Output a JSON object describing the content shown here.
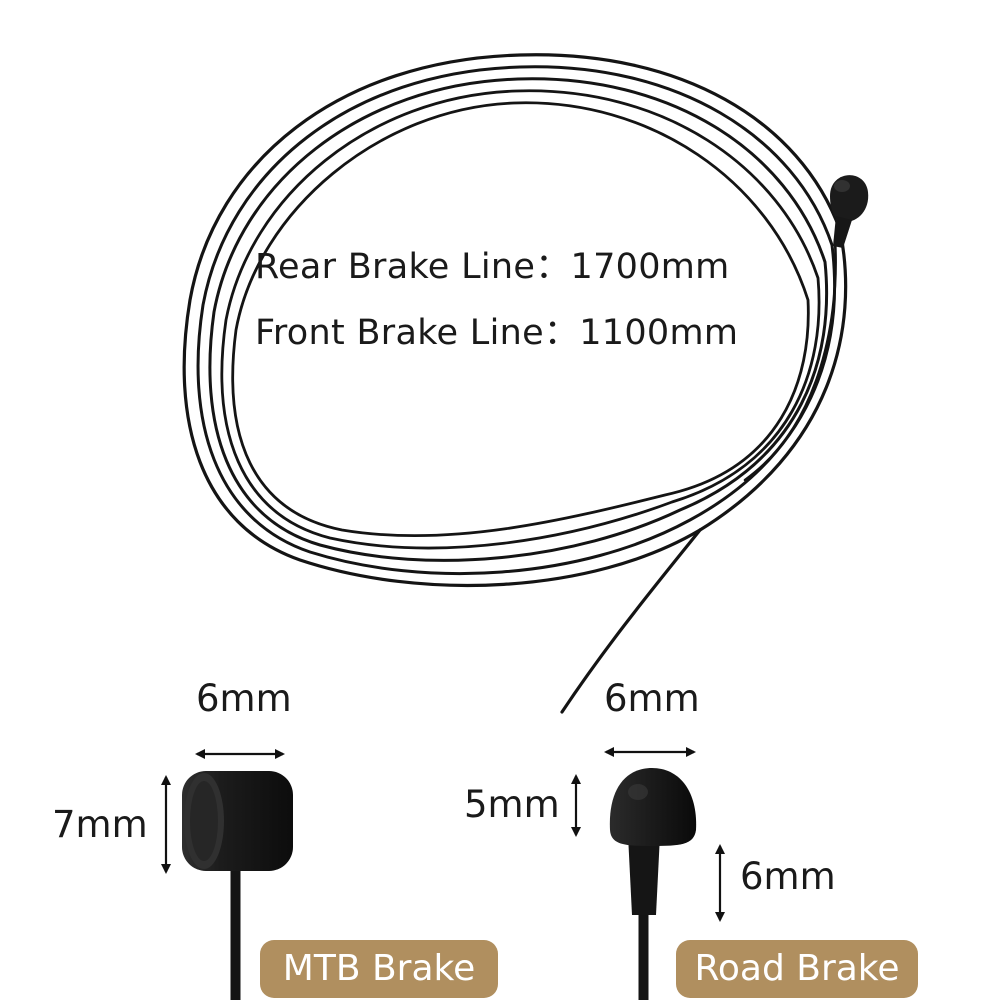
{
  "specs": {
    "rear": {
      "label": "Rear Brake Line：",
      "value": "1700mm"
    },
    "front": {
      "label": "Front Brake Line：",
      "value": "1100mm"
    }
  },
  "mtb": {
    "width_label": "6mm",
    "height_label": "7mm",
    "badge": "MTB Brake"
  },
  "road": {
    "width_label": "6mm",
    "head_height_label": "5mm",
    "neck_height_label": "6mm",
    "badge": "Road Brake"
  },
  "colors": {
    "cable": "#141414",
    "badge": "#b08f5f",
    "badge_text": "#ffffff",
    "text": "#1a1a1a",
    "background": "#ffffff"
  }
}
